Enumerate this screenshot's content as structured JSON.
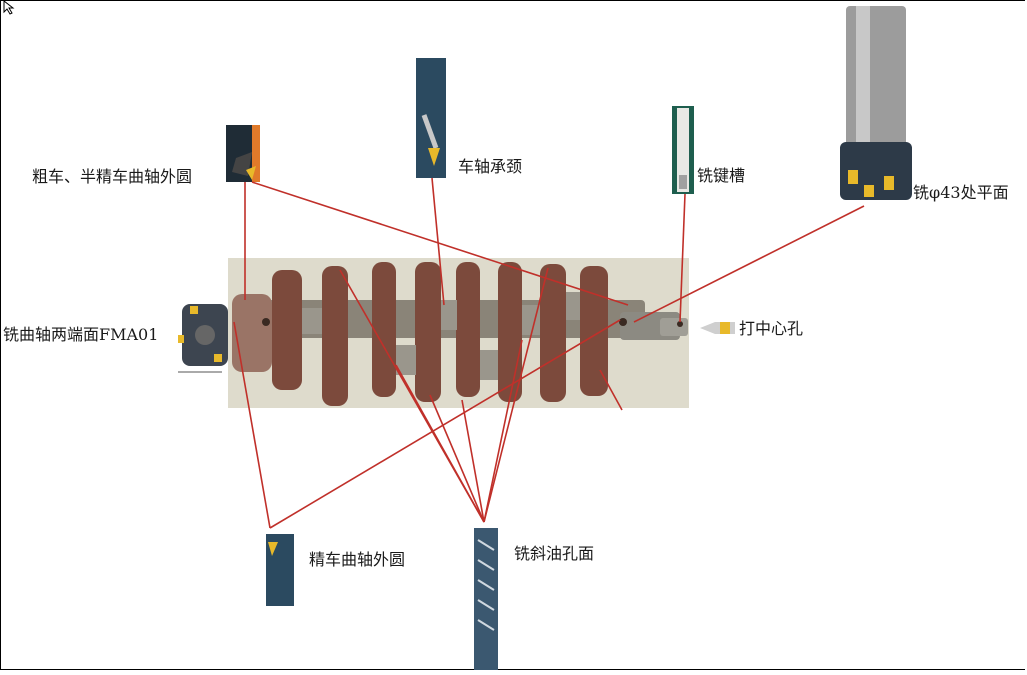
{
  "labels": {
    "rough_turning": "粗车、半精车曲轴外圆",
    "turn_journal": "车轴承颈",
    "mill_keyway": "铣键槽",
    "mill_43_flat": "铣φ43处平面",
    "mill_ends": "铣曲轴两端面FMA01",
    "center_drill": "打中心孔",
    "finish_turning": "精车曲轴外圆",
    "mill_oil_hole": "铣斜油孔面"
  },
  "colors": {
    "leader_line": "#c0302a",
    "crankshaft": "#7a4a3a",
    "photo_bg": "#d8d4c4",
    "tool_dark": "#2b4a60"
  }
}
